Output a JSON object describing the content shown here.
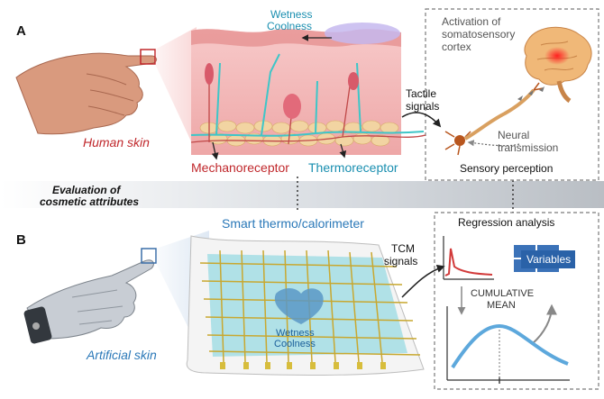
{
  "panel_a": {
    "letter": "A",
    "human_skin_label": "Human skin",
    "wetness_label": "Wetness",
    "coolness_label": "Coolness",
    "mechanoreceptor_label": "Mechanoreceptor",
    "thermoreceptor_label": "Thermoreceptor",
    "tactile_label": [
      "Tactile",
      "signals"
    ],
    "neural_label": [
      "Neural",
      "transmission"
    ],
    "cortex_label": [
      "Activation of",
      "somatosensory",
      "cortex"
    ],
    "sensory_label": "Sensory perception"
  },
  "center": {
    "evaluation_label": [
      "Evaluation of",
      "cosmetic attributes"
    ]
  },
  "panel_b": {
    "letter": "B",
    "artificial_skin_label": "Artificial skin",
    "device_label": "Smart thermo/calorimeter",
    "tcm_label": [
      "TCM",
      "signals"
    ],
    "wetness_label": "Wetness",
    "coolness_label": "Coolness",
    "regression_label": "Regression analysis",
    "variables_label": "Variables",
    "cumulative_label": [
      "CUMULATIVE",
      "MEAN"
    ]
  },
  "colors": {
    "red_text": "#c0282c",
    "teal_text": "#1a8fb0",
    "blue_text": "#2a78b8",
    "skin_pink": "#f1b4b4",
    "skin_deep": "#e48a8a",
    "fat_tan": "#f2d4a2",
    "nerve_teal": "#3ec6c8",
    "sheet_blue": "#a9dfe6",
    "gold": "#c8a830",
    "curve_blue": "#5da8dc",
    "var_blue": "#2a62a8"
  },
  "icons": [
    "human-hand-icon",
    "robot-hand-icon",
    "brain-icon",
    "neuron-icon"
  ]
}
